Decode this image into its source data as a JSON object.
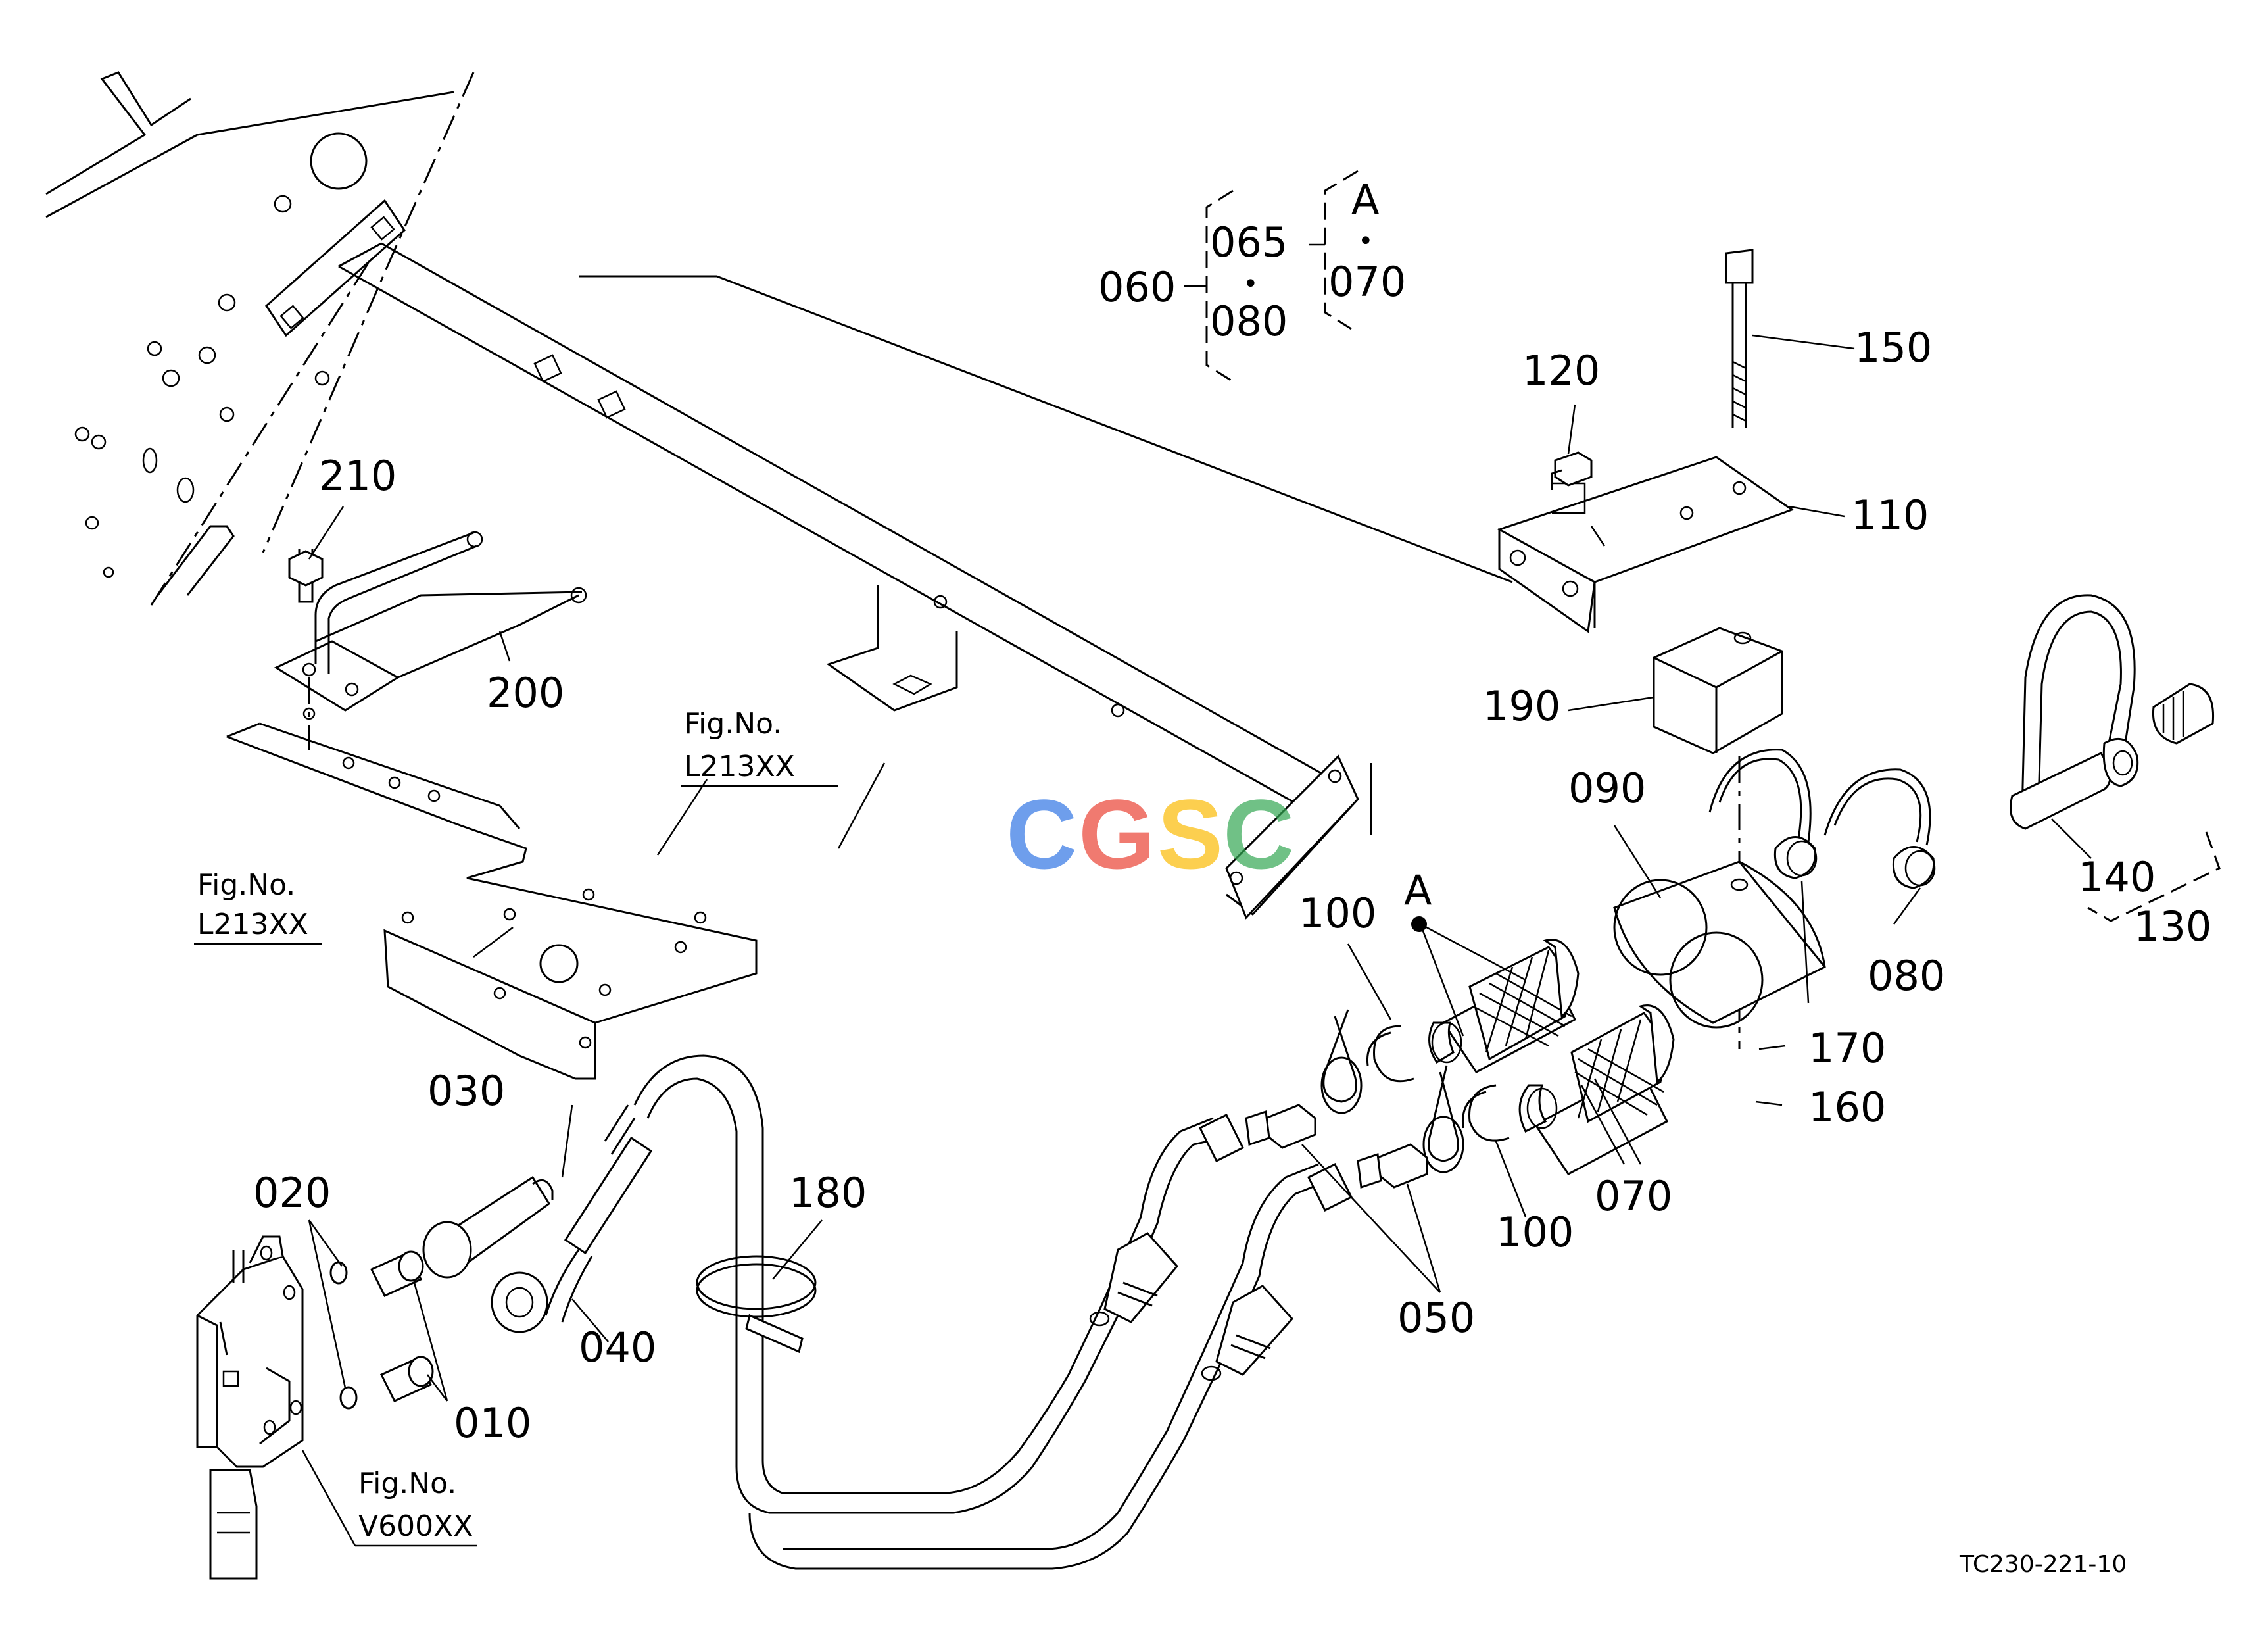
{
  "drawing": {
    "reference": "TC230-221-10",
    "watermark": [
      "C",
      "G",
      "S",
      "C"
    ],
    "watermark_colors": [
      "#4a86e8",
      "#ea4335",
      "#fbbc05",
      "#34a853"
    ],
    "figure_refs": [
      {
        "caption": "Fig.No.",
        "code": "L213XX"
      },
      {
        "caption": "Fig.No.",
        "code": "L213XX"
      },
      {
        "caption": "Fig.No.",
        "code": "V600XX"
      }
    ],
    "group_labels": {
      "kit": "060",
      "sub_top": "065",
      "sub_bottom": "080",
      "group_a": "A",
      "group_a_part": "070",
      "dot": "•"
    },
    "callouts": {
      "c010": "010",
      "c020": "020",
      "c030": "030",
      "c040": "040",
      "c050": "050",
      "c070": "070",
      "c080": "080",
      "c090": "090",
      "c100a": "100",
      "c100b": "100",
      "c110": "110",
      "c120": "120",
      "c130": "130",
      "c140": "140",
      "c150": "150",
      "c160": "160",
      "c170": "170",
      "c180": "180",
      "c190": "190",
      "c200": "200",
      "c210": "210",
      "cA": "A"
    }
  }
}
